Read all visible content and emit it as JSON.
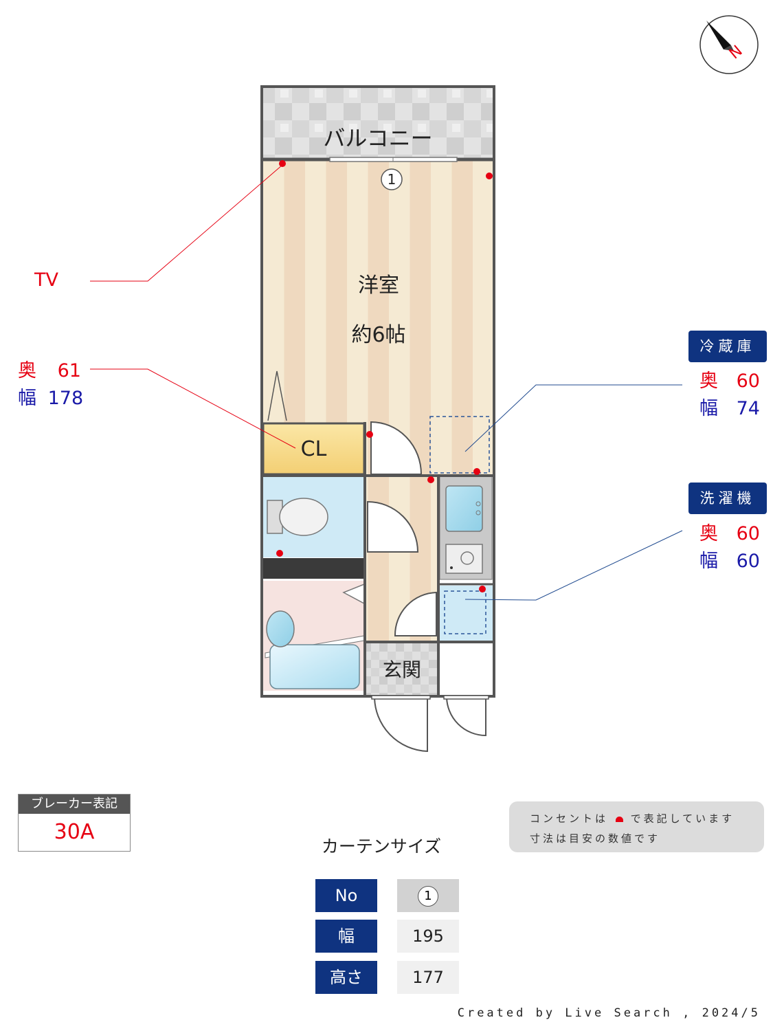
{
  "rooms": {
    "balcony": "バルコニー",
    "western_room": "洋室",
    "western_room_size": "約6帖",
    "closet": "CL",
    "entrance": "玄関",
    "window_no": "1"
  },
  "compass": {
    "north": "N"
  },
  "callouts": {
    "tv": "TV",
    "closet": {
      "depth_label": "奥",
      "depth": "61",
      "width_label": "幅",
      "width": "178"
    },
    "refrigerator": {
      "title": "冷蔵庫",
      "depth_label": "奥",
      "depth": "60",
      "width_label": "幅",
      "width": "74"
    },
    "washer": {
      "title": "洗濯機",
      "depth_label": "奥",
      "depth": "60",
      "width_label": "幅",
      "width": "60"
    }
  },
  "breaker": {
    "title": "ブレーカー表記",
    "value": "30A"
  },
  "note": {
    "line1_a": "コンセントは",
    "line1_b": "で表記しています",
    "line2": "寸法は目安の数値です"
  },
  "curtain": {
    "title": "カーテンサイズ",
    "rows": [
      {
        "label": "No",
        "value": "1"
      },
      {
        "label": "幅",
        "value": "195"
      },
      {
        "label": "高さ",
        "value": "177"
      }
    ]
  },
  "credit": "Created by Live Search , 2024/5",
  "colors": {
    "outlet": "#e60012",
    "accent_navy": "#0f3380",
    "floor_light": "#f5ead3",
    "floor_dark": "#efd9bf"
  }
}
